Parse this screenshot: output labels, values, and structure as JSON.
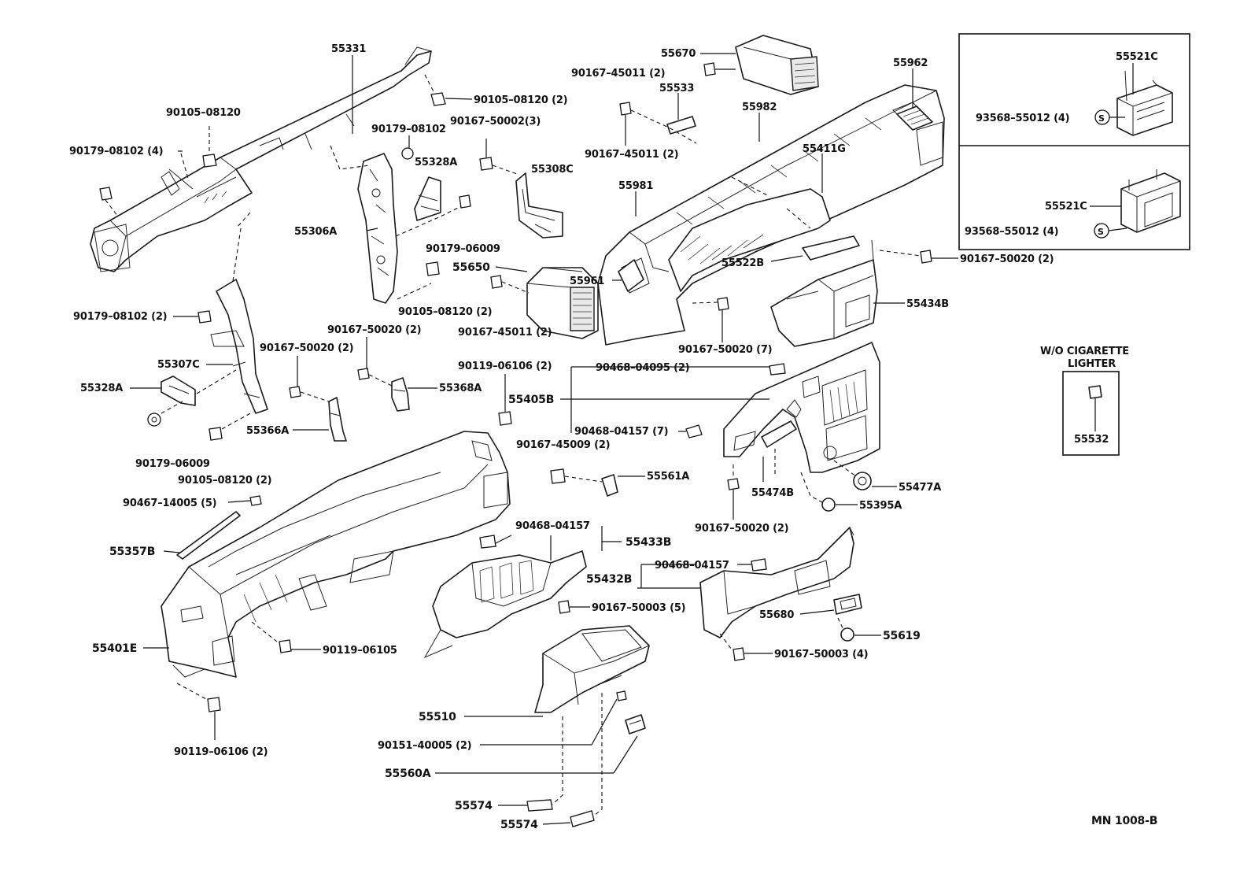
{
  "diagram": {
    "labels": {
      "p55331": "55331",
      "p90105_08120_a": "90105–08120 (2)",
      "p90105_08120_b": "90105–08120",
      "p90179_08102_4": "90179–08102 (4)",
      "p90179_08102": "90179–08102",
      "p90167_50002": "90167–50002(3)",
      "p55328A_a": "55328A",
      "p55308C": "55308C",
      "p55306A": "55306A",
      "p90179_06009_a": "90179–06009",
      "p55650": "55650",
      "p90105_08120_c": "90105–08120 (2)",
      "p90167_45011_a": "90167–45011 (2)",
      "p90179_08102_2": "90179–08102 (2)",
      "p90167_50020_a": "90167–50020 (2)",
      "p90167_50020_b": "90167–50020 (2)",
      "p55307C": "55307C",
      "p55328A_b": "55328A",
      "p90179_06009_b": "90179–06009",
      "p90105_08120_d": "90105–08120 (2)",
      "p55366A": "55366A",
      "p55368A": "55368A",
      "p90119_06106_a": "90119–06106 (2)",
      "p55670": "55670",
      "p90167_45011_b": "90167–45011 (2)",
      "p55533": "55533",
      "p90167_45011_c": "90167–45011 (2)",
      "p55962": "55962",
      "p55982": "55982",
      "p55411G": "55411G",
      "p55981": "55981",
      "p55522B": "55522B",
      "p90167_50020_c": "90167–50020 (2)",
      "p55961": "55961",
      "p55434B": "55434B",
      "p90167_50020_7": "90167–50020 (7)",
      "p90468_04095": "90468–04095 (2)",
      "p55405B": "55405B",
      "p90468_04157_7": "90468–04157 (7)",
      "p90167_45009": "90167–45009 (2)",
      "p55561A": "55561A",
      "p55477A": "55477A",
      "p55474B": "55474B",
      "p55395A": "55395A",
      "p90167_50020_d": "90167–50020 (2)",
      "p90467_14005": "90467–14005 (5)",
      "p55357B": "55357B",
      "p90468_04157_a": "90468–04157",
      "p55433B": "55433B",
      "p90468_04157_b": "90468–04157",
      "p55432B": "55432B",
      "p90167_50003_5": "90167–50003 (5)",
      "p55680": "55680",
      "p55619": "55619",
      "p90167_50003_4": "90167–50003 (4)",
      "p55401E": "55401E",
      "p90119_06105": "90119–06105",
      "p90119_06106_b": "90119–06106 (2)",
      "p55510": "55510",
      "p90151_40005": "90151–40005 (2)",
      "p55560A": "55560A",
      "p55574_a": "55574",
      "p55574_b": "55574"
    },
    "inset": {
      "top_part": "55521C",
      "top_screw": "93568–55012 (4)",
      "bottom_part": "55521C",
      "bottom_screw": "93568–55012 (4)",
      "symbol": "S"
    },
    "variant": {
      "title_line1": "W/O CIGARETTE",
      "title_line2": "LIGHTER",
      "part": "55532"
    },
    "figure_code": "MN  1008-B"
  }
}
